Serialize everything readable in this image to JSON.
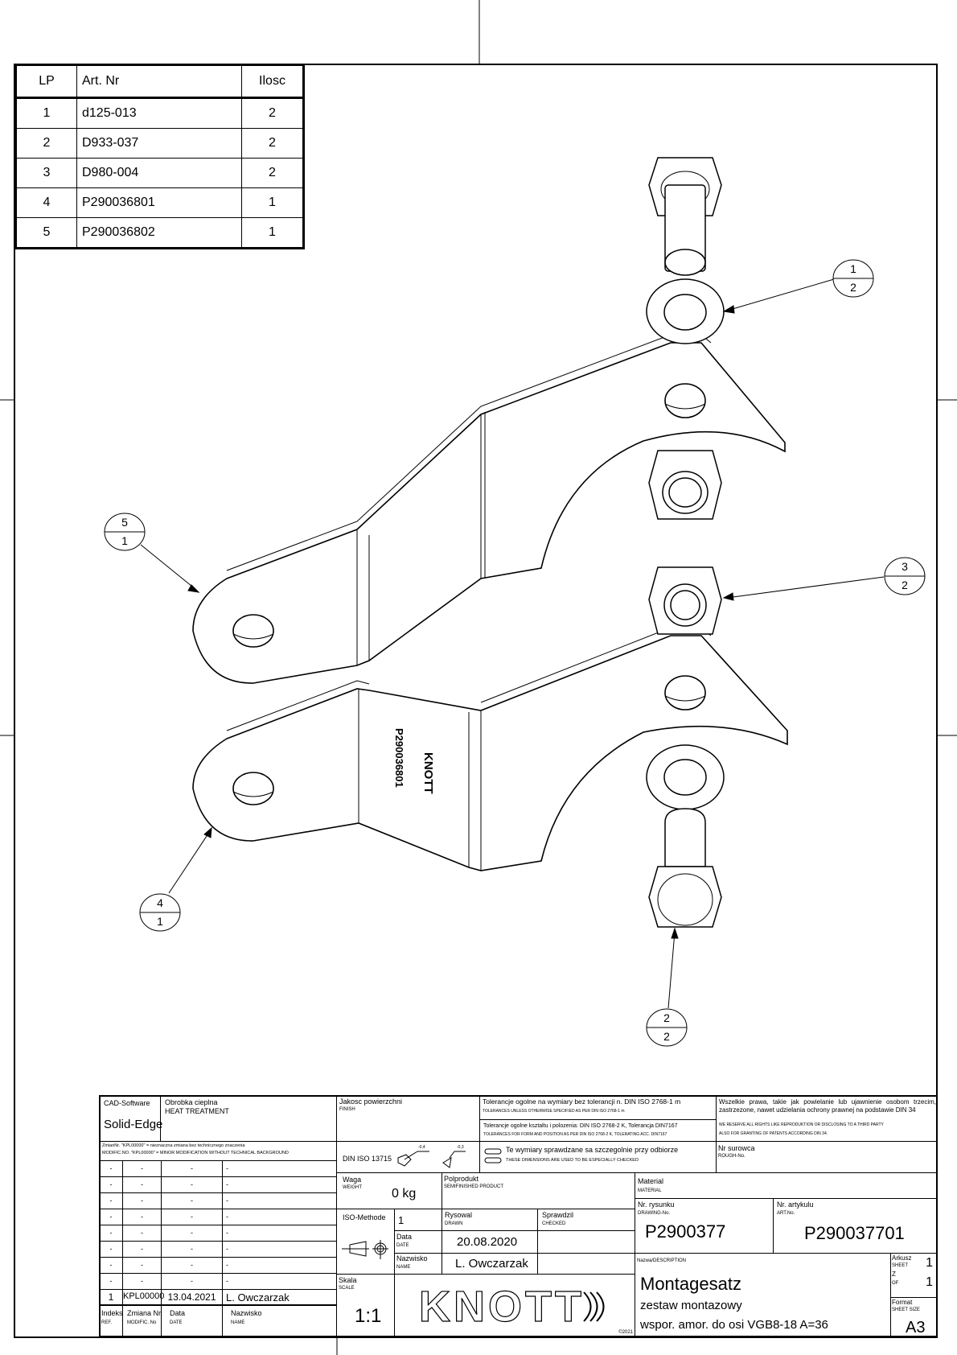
{
  "bom": {
    "headers": [
      "LP",
      "Art. Nr",
      "Ilosc"
    ],
    "rows": [
      {
        "lp": "1",
        "art": "d125-013",
        "qty": "2"
      },
      {
        "lp": "2",
        "art": "D933-037",
        "qty": "2"
      },
      {
        "lp": "3",
        "art": "D980-004",
        "qty": "2"
      },
      {
        "lp": "4",
        "art": "P290036801",
        "qty": "1"
      },
      {
        "lp": "5",
        "art": "P290036802",
        "qty": "1"
      }
    ]
  },
  "balloons": [
    {
      "item": "1",
      "qty": "2"
    },
    {
      "item": "2",
      "qty": "2"
    },
    {
      "item": "3",
      "qty": "2"
    },
    {
      "item": "4",
      "qty": "1"
    },
    {
      "item": "5",
      "qty": "1"
    }
  ],
  "part_marking": {
    "logo": "KNOTT",
    "number": "P290036801"
  },
  "title_block": {
    "cad_label": "CAD-Software",
    "cad_value": "Solid-Edge",
    "heat_label": "Obrobka cieplna",
    "heat_sub": "HEAT TREATMENT",
    "finish_label": "Jakosc powierzchni",
    "finish_sub": "FINISH",
    "tol1": "Tolerancje ogolne na wymiary bez tolerancji n. DIN ISO 2768-1 m",
    "tol1_sub": "TOLERANCES UNLESS OTHERWISE SPECIFIED AS PER DIN ISO 2768-1 m",
    "tol2": "Tolerancje ogolne ksztaltu i polozenia:  DIN ISO 2768-2 K, Tolerancja DIN7167",
    "tol2_sub": "TOLERANCES FOR FORM AND POSITION AS PER DIN ISO 2768-2 K, TOLERATING ACC. DIN7167",
    "rights": "Wszelkie prawa, takie jak powielanie lub ujawnienie osobom trzecim, zastrzezone, nawet udzielania ochrony prawnej na podstawie DIN 34",
    "rights_sub1": "WE RESERVE ALL RIGHTS LIKE REPRODUKTION OR DISCLOSING TO A THIRD PARTY",
    "rights_sub2": "ALSO FOR GRANTING OF PATENTS ACCORDING DIN 34.",
    "modif_note1": "ZmianNr. \"KPL00000\" = nieznaczna zmiana bez technicznego znaczenia",
    "modif_note2": "MODIFIC.NO. \"KPL00000\" = MINOR MODIFICATION WITHOUT TECHNICAL BACKGROUND",
    "din_edge": "DIN ISO 13715",
    "edge_val1": "-0,4",
    "edge_val2": "-0,3",
    "check_label": "Te wymiary sprawdzane sa szczegolnie przy odbiorze",
    "check_sub": "THESE DIMENSIONS ARE USED TO BE ESPECIALLY CHECKED",
    "rough_label": "Nr surowca",
    "rough_sub": "ROUGH-No.",
    "weight_label": "Waga",
    "weight_sub": "WEIGHT",
    "weight_value": "0 kg",
    "semi_label": "Polprodukt",
    "semi_sub": "SEMIFINISHED PRODUCT",
    "material_label": "Material",
    "material_sub": "MATERIAL",
    "iso_label": "ISO-Methode",
    "iso_value": "1",
    "date_label": "Data",
    "date_sub": "DATE",
    "name_label": "Nazwisko",
    "name_sub": "NAME",
    "drawn_label": "Rysowal",
    "drawn_sub": "DRAWN",
    "drawn_date": "20.08.2020",
    "drawn_name": "L. Owczarzak",
    "checked_label": "Sprawdzil",
    "checked_sub": "CHECKED",
    "drawing_no_label": "Nr. rysunku",
    "drawing_no_sub": "DRAWING-No.",
    "drawing_no": "P2900377",
    "article_label": "Nr. artykulu",
    "article_sub": "ART.No.",
    "article_no": "P290037701",
    "scale_label": "Skala",
    "scale_sub": "SCALE",
    "scale_value": "1:1",
    "logo": "KNOTT",
    "copyright": "©2021",
    "desc_label": "Nazwa/DESCRIPTION",
    "desc_line1": "Montagesatz",
    "desc_line2": "zestaw montazowy",
    "desc_line3": "wspor. amor. do osi VGB8-18 A=36",
    "sheet_label": "Arkusz",
    "sheet_sub": "SHEET",
    "sheet_value": "1",
    "of_label": "Z",
    "of_sub": "OF",
    "of_value": "1",
    "format_label": "Format",
    "format_sub": "SHEET SIZE",
    "format_value": "A3",
    "revision_rows": [
      [
        "-",
        "-",
        "-",
        "-"
      ],
      [
        "-",
        "-",
        "-",
        "-"
      ],
      [
        "-",
        "-",
        "-",
        "-"
      ],
      [
        "-",
        "-",
        "-",
        "-"
      ],
      [
        "-",
        "-",
        "-",
        "-"
      ],
      [
        "-",
        "-",
        "-",
        "-"
      ],
      [
        "-",
        "-",
        "-",
        "-"
      ],
      [
        "-",
        "-",
        "-",
        "-"
      ],
      [
        "1",
        "KPL00000",
        "13.04.2021",
        "L. Owczarzak"
      ]
    ],
    "revision_headers": [
      {
        "label": "Indeks",
        "sub": "REF."
      },
      {
        "label": "Zmiana Nr.",
        "sub": "MODIFIC. No"
      },
      {
        "label": "Data",
        "sub": "DATE"
      },
      {
        "label": "Nazwisko",
        "sub": "NAME"
      }
    ]
  }
}
